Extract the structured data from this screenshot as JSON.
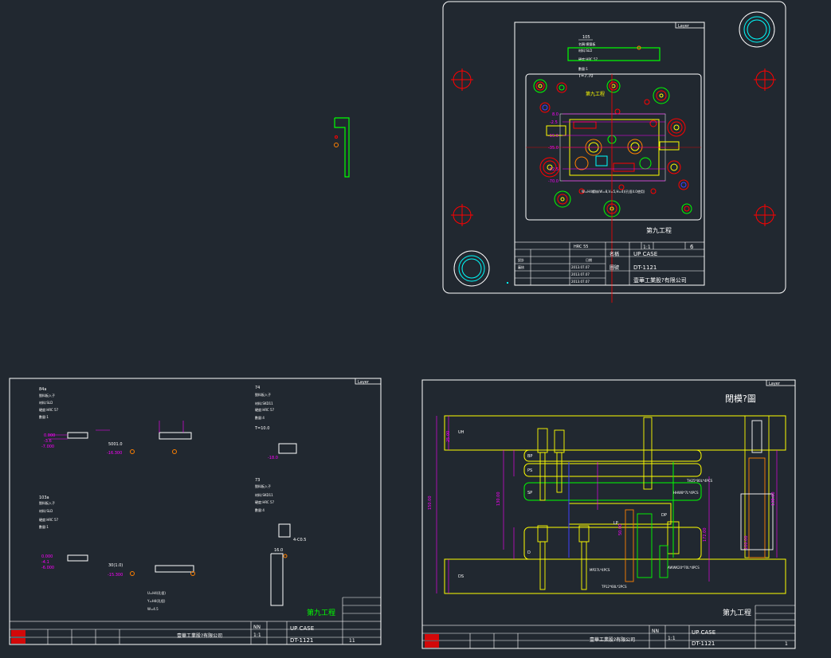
{
  "colors": {
    "background": "#212830",
    "frame": "#ffffff",
    "yellow": "#ffff00",
    "green": "#00ff00",
    "red": "#ff0000",
    "cyan": "#00ffff",
    "magenta": "#ff00ff",
    "blue": "#4040ff",
    "orange": "#ff8000"
  },
  "sheet_top": {
    "layer_tag": "Layer",
    "part_id": "105",
    "part_note": "T=7.70",
    "dim_lines": [
      "8.0",
      "-2.5",
      "-15.0",
      "-35.0",
      "-52.5",
      "-70.0"
    ],
    "stage": "第九工程",
    "scale": "1:1",
    "sheet_no": "6",
    "hardness": "HRC 55",
    "part_name": "UP CASE",
    "drawing_no": "DT-1121",
    "company": "壹華工業股?有限公司",
    "table_labels": [
      "設計",
      "審核",
      "日期",
      "名稱",
      "圖號"
    ],
    "dates": [
      "2013.07.07",
      "2013.07.07",
      "2013.07.07"
    ]
  },
  "sheet_bl": {
    "layer_tag": "Layer",
    "parts": [
      {
        "id": "84a",
        "lines": [
          "脫料板入子",
          "材料:SLD",
          "硬度:HRC 57",
          "數量:1"
        ]
      },
      {
        "id": "74",
        "lines": [
          "脫料板入子",
          "材料:SKD11",
          "硬度:HRC 57",
          "數量:4",
          "T=10.0"
        ]
      },
      {
        "id": "103a",
        "lines": [
          "脫料板入子",
          "材料:SLD",
          "硬度:HRC 57",
          "數量:1"
        ]
      },
      {
        "id": "73",
        "lines": [
          "脫料板入子",
          "材料:SKD11",
          "硬度:HRC 57",
          "數量:4"
        ]
      }
    ],
    "notes": [
      "W=4.5",
      "V=4.0",
      "-16.300",
      "-15.300",
      "-18.0",
      "4-C0.5",
      "16.0"
    ],
    "stage": "第九工程",
    "scale": "1:1",
    "part_name": "UP CASE",
    "drawing_no": "DT-1121",
    "company": "壹華工業股?有限公司",
    "sheet_no": "11"
  },
  "sheet_br": {
    "layer_tag": "Layer",
    "title": "閉模?圖",
    "plate_labels": [
      "UH",
      "BP",
      "PS",
      "SP",
      "LP",
      "DP",
      "D",
      "DS"
    ],
    "dims": [
      "150.00",
      "172.00",
      "130.00",
      "138.00",
      "100.00",
      "50.00",
      "25.00"
    ],
    "callouts": [
      "TH25*80L*4PCS",
      "MP27L*4PCS",
      "TP12*60L*2PCS",
      "AWWK20*70L*4PCS"
    ],
    "stage": "第九工程",
    "scale": "1:1",
    "part_name": "UP CASE",
    "drawing_no": "DT-1121",
    "company": "壹華工業股?有限公司",
    "sheet_no": "1"
  }
}
